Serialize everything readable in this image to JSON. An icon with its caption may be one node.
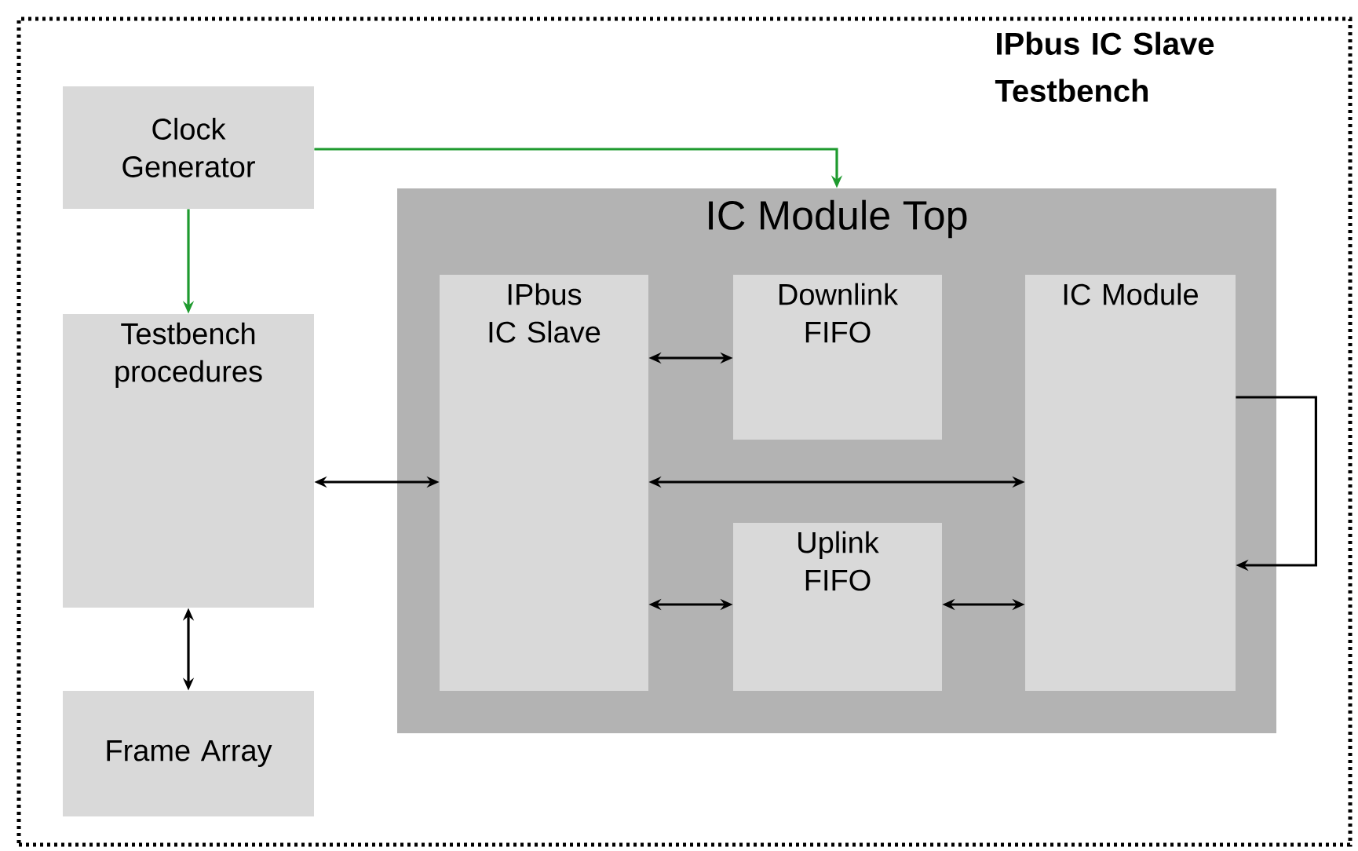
{
  "diagram": {
    "nodes": [
      {
        "text": [
          "IPbus IC Slave Testbench"
        ]
      },
      {
        "text": [
          "Clock Generator"
        ],
        "in": 0
      },
      {
        "text": [
          "Testbench procedures"
        ],
        "in": 0
      },
      {
        "text": [
          "Frame Array"
        ],
        "in": 0
      },
      {
        "text": [
          "IC Module Top"
        ],
        "in": 0
      },
      {
        "text": [
          "IPbus IC Slave"
        ],
        "in": 4
      },
      {
        "text": [
          "Downlink FIFO"
        ],
        "in": 4
      },
      {
        "text": [
          "Uplink FIFO"
        ],
        "in": 4
      },
      {
        "text": [
          "IC Module"
        ],
        "in": 4
      }
    ],
    "edges": [
      {
        "from": 1,
        "to": 4,
        "arrow": "to",
        "color": "#1e9a2e"
      },
      {
        "from": 1,
        "to": 2,
        "arrow": "to",
        "color": "#1e9a2e"
      },
      {
        "from": 2,
        "to": 3,
        "arrow": "both"
      },
      {
        "from": 2,
        "to": 5,
        "arrow": "both"
      },
      {
        "from": 5,
        "to": 6,
        "arrow": "both"
      },
      {
        "from": 5,
        "to": 8,
        "arrow": "both"
      },
      {
        "from": 5,
        "to": 7,
        "arrow": "both"
      },
      {
        "from": 7,
        "to": 8,
        "arrow": "both"
      },
      {
        "from": 8,
        "to": 8,
        "arrow": "to"
      }
    ]
  }
}
